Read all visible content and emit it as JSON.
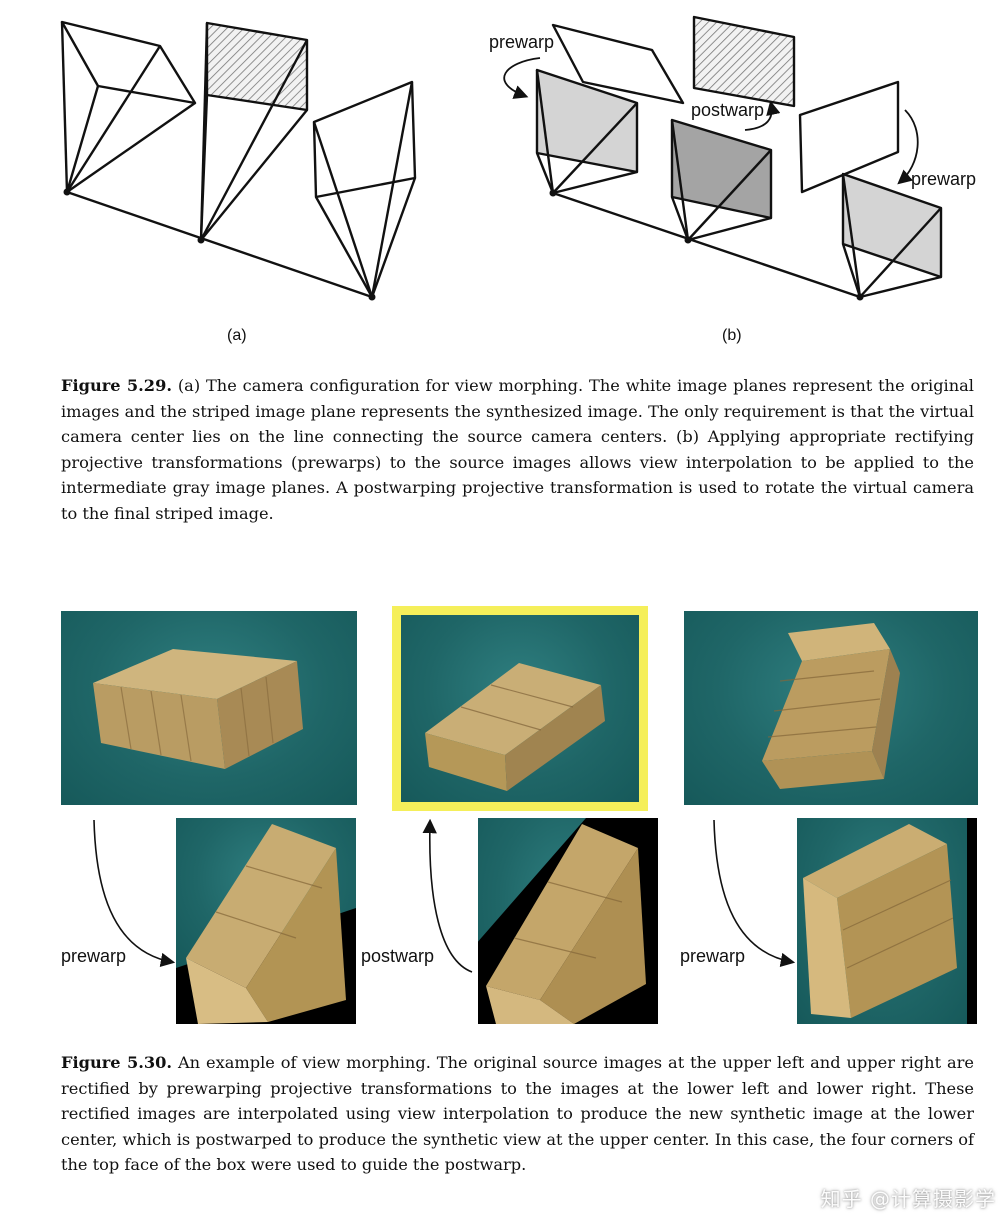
{
  "figure_529": {
    "label_a": "(a)",
    "label_b": "(b)",
    "prewarp_left": "prewarp",
    "postwarp": "postwarp",
    "prewarp_right": "prewarp",
    "caption_title": "Figure 5.29.",
    "caption_text": "(a) The camera configuration for view morphing. The white image planes represent the original images and the striped image plane represents the synthesized image. The only requirement is that the virtual camera center lies on the line connecting the source camera centers. (b) Applying appropriate rectifying projective transformations (prewarps) to the source images allows view interpolation to be applied to the intermediate gray image planes. A postwarping projective transformation is used to rotate the virtual camera to the final striped image."
  },
  "figure_530": {
    "label_prewarp_left": "prewarp",
    "label_postwarp": "postwarp",
    "label_prewarp_right": "prewarp",
    "caption_title": "Figure 5.30.",
    "caption_text": "An example of view morphing. The original source images at the upper left and upper right are rectified by prewarping projective transformations to the images at the lower left and lower right. These rectified images are interpolated using view interpolation to produce the new synthetic image at the lower center, which is postwarped to produce the synthetic view at the upper center. In this case, the four corners of the top face of the box were used to guide the postwarp."
  },
  "watermark": "知乎 @计算摄影学",
  "colors": {
    "teal": "#1f6667",
    "highlight": "#f5ef5a",
    "gray_plane": "#d3d3d3",
    "dark_plane": "#a3a3a3"
  }
}
